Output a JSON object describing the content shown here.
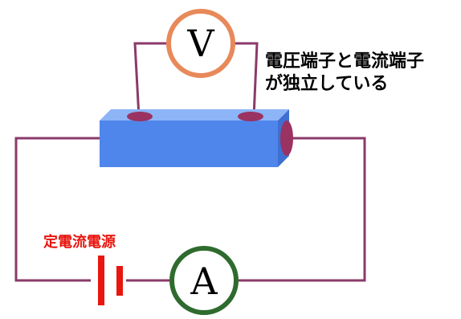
{
  "diagram": {
    "voltmeter_symbol": "V",
    "ammeter_symbol": "A",
    "terminal_note_lines": [
      "電圧端子と電流端子",
      "が独立している"
    ],
    "source_label": "定電流電源"
  },
  "colors": {
    "wire": "#8a3a6a",
    "voltmeter_ring": "#e8895a",
    "ammeter_ring": "#2f6b2f",
    "sample_top": "#8db4f7",
    "sample_front": "#4f86ec",
    "sample_end": "#3f6fd0",
    "electrode": "#9a3262",
    "battery_plate": "#e8160f",
    "source_text": "#e8160f"
  }
}
